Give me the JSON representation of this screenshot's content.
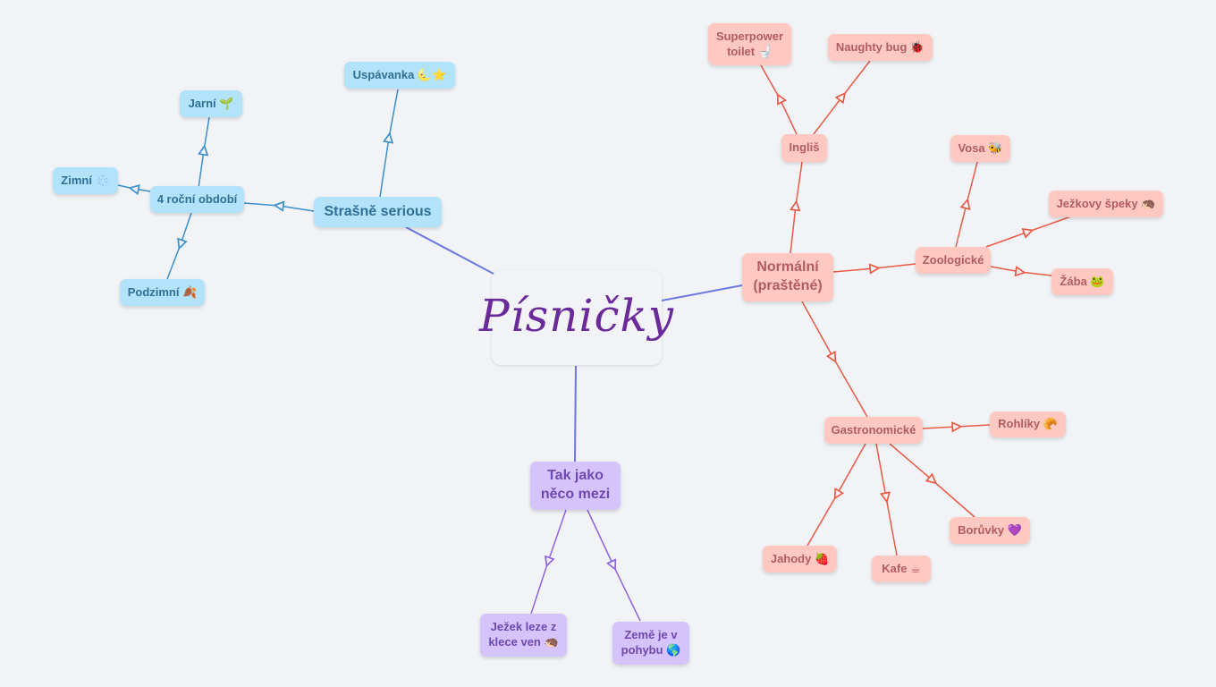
{
  "mindmap": {
    "root": {
      "label": "Písničky",
      "color": "#6a2a9a"
    },
    "colors": {
      "background": "#f1f3f6",
      "blue_fill": "#b3e3fb",
      "blue_text": "#2e6f96",
      "blue_line": "#3a8fcf",
      "red_fill": "#ffc9c2",
      "red_text": "#b05d5b",
      "red_line": "#ea5a45",
      "purple_fill": "#d5c4fb",
      "purple_text": "#6c48b0",
      "purple_line": "#8f63e6",
      "root_line": "#6b78e0"
    },
    "branches": {
      "serious": {
        "label": "Strašně serious",
        "children": {
          "seasons": {
            "label": "4 roční období",
            "children": {
              "spring": "Jarní 🌱",
              "winter": "Zimní ❄️",
              "autumn": "Podzimní 🍂"
            }
          },
          "lullaby": "Uspávanka 🌜⭐"
        }
      },
      "normal": {
        "label_line1": "Normální",
        "label_line2": "(praštěné)",
        "children": {
          "english": {
            "label": "Ingliš",
            "children": {
              "toilet_line1": "Superpower",
              "toilet_line2": "toilet 🚽",
              "bug": "Naughty bug 🐞"
            }
          },
          "zoo": {
            "label": "Zoologické",
            "children": {
              "wasp": "Vosa 🐝",
              "hedgehog": "Ježkovy špeky 🦔",
              "frog": "Žába 🐸"
            }
          },
          "gastro": {
            "label": "Gastronomické",
            "children": {
              "rolls": "Rohlíky 🥐",
              "blueberries": "Borůvky 💜",
              "coffee": "Kafe ☕",
              "strawberries": "Jahody 🍓"
            }
          }
        }
      },
      "between": {
        "label_line1": "Tak jako",
        "label_line2": "něco mezi",
        "children": {
          "hedgehog_line1": "Ježek leze z",
          "hedgehog_line2": "klece ven 🦔",
          "earth_line1": "Země je v",
          "earth_line2": "pohybu 🌎"
        }
      }
    }
  }
}
